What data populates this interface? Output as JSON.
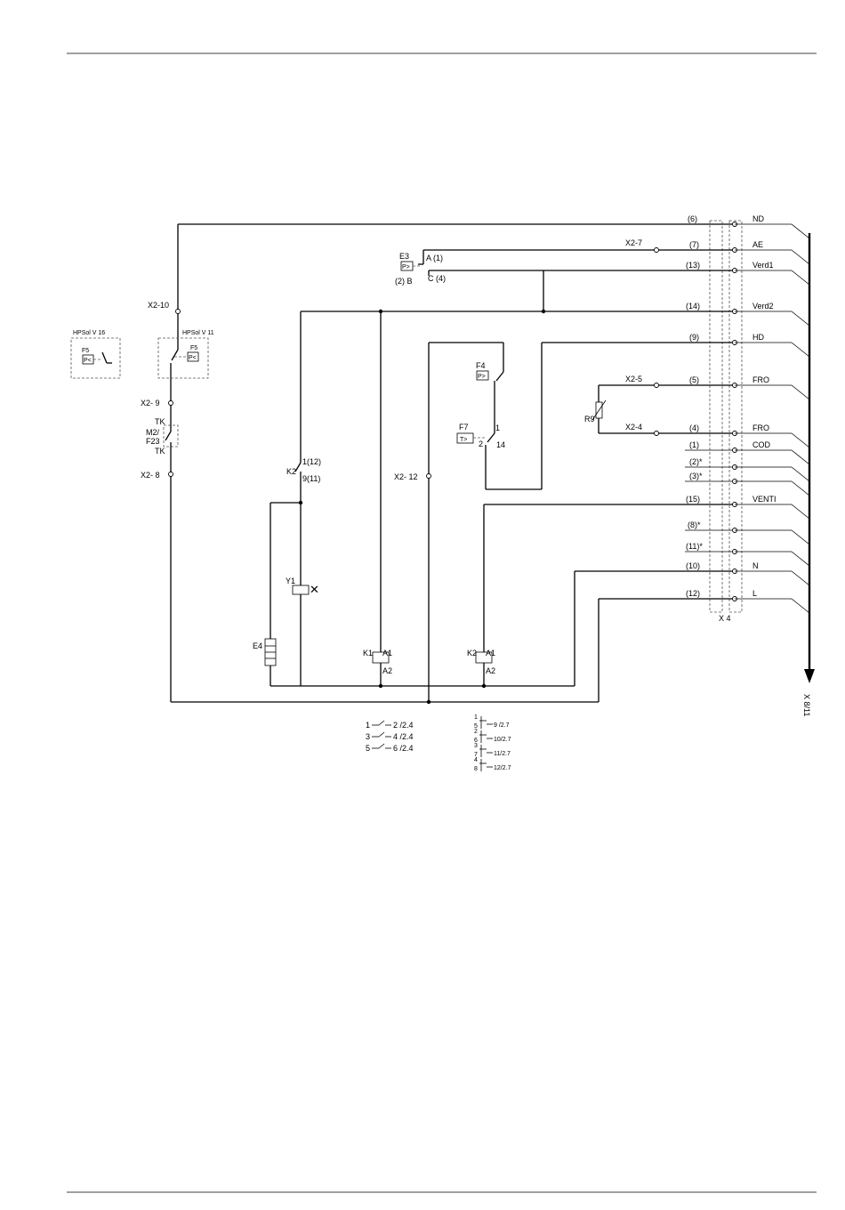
{
  "terminal_block": {
    "name": "X 4",
    "rows": [
      {
        "num": "(6)",
        "signal": "ND"
      },
      {
        "num": "(7)",
        "signal": "AE"
      },
      {
        "num": "(13)",
        "signal": "Verd1"
      },
      {
        "num": "(14)",
        "signal": "Verd2"
      },
      {
        "num": "(9)",
        "signal": "HD"
      },
      {
        "num": "(5)",
        "signal": "FRO"
      },
      {
        "num": "(4)",
        "signal": "FRO"
      },
      {
        "num": "(1)",
        "signal": "COD"
      },
      {
        "num": "(2)*",
        "signal": ""
      },
      {
        "num": "(3)*",
        "signal": ""
      },
      {
        "num": "(15)",
        "signal": "VENTI"
      },
      {
        "num": "(8)*",
        "signal": ""
      },
      {
        "num": "(11)*",
        "signal": ""
      },
      {
        "num": "(10)",
        "signal": "N"
      },
      {
        "num": "(12)",
        "signal": "L"
      }
    ]
  },
  "cable_label": "X 8/11",
  "x2_terminals": {
    "x2_10": "X2-10",
    "x2_9": "X2- 9",
    "x2_8": "X2- 8",
    "x2_7": "X2-7",
    "x2_5": "X2-5",
    "x2_4": "X2-4",
    "x2_12": "X2- 12"
  },
  "components": {
    "hpsol_v16": "HPSol V 16",
    "hpsol_v11": "HPSol V 11",
    "f5_left": "F5",
    "f5_right": "F5",
    "tk_top": "TK",
    "m2": "M2/",
    "f23": "F23",
    "tk_bottom": "TK",
    "e3": "E3",
    "e3_a": "A (1)",
    "e3_b": "(2) B",
    "e3_c": "C (4)",
    "k2": "K2",
    "k2_pin1": "1(12)",
    "k2_pin9": "9(11)",
    "y1": "Y1",
    "e4": "E4",
    "f4": "F4",
    "f7": "F7",
    "f7_p1": "1",
    "f7_p2": "2",
    "f7_p14": "14",
    "r9": "R9",
    "k1_coil": "K1",
    "k1_a1": "A1",
    "k1_a2": "A2",
    "k2_coil": "K2",
    "k2_a1": "A1",
    "k2_a2": "A2"
  },
  "k1_contacts": [
    {
      "in": "1",
      "ref": "2 /2.4"
    },
    {
      "in": "3",
      "ref": "4 /2.4"
    },
    {
      "in": "5",
      "ref": "6 /2.4"
    }
  ],
  "k2_contacts": [
    {
      "in": "1",
      "aux": "5",
      "ref": "9 /2.7"
    },
    {
      "in": "2",
      "aux": "6",
      "ref": "10/2.7"
    },
    {
      "in": "3",
      "aux": "7",
      "ref": "11/2.7"
    },
    {
      "in": "4",
      "aux": "8",
      "ref": "12/2.7"
    }
  ]
}
